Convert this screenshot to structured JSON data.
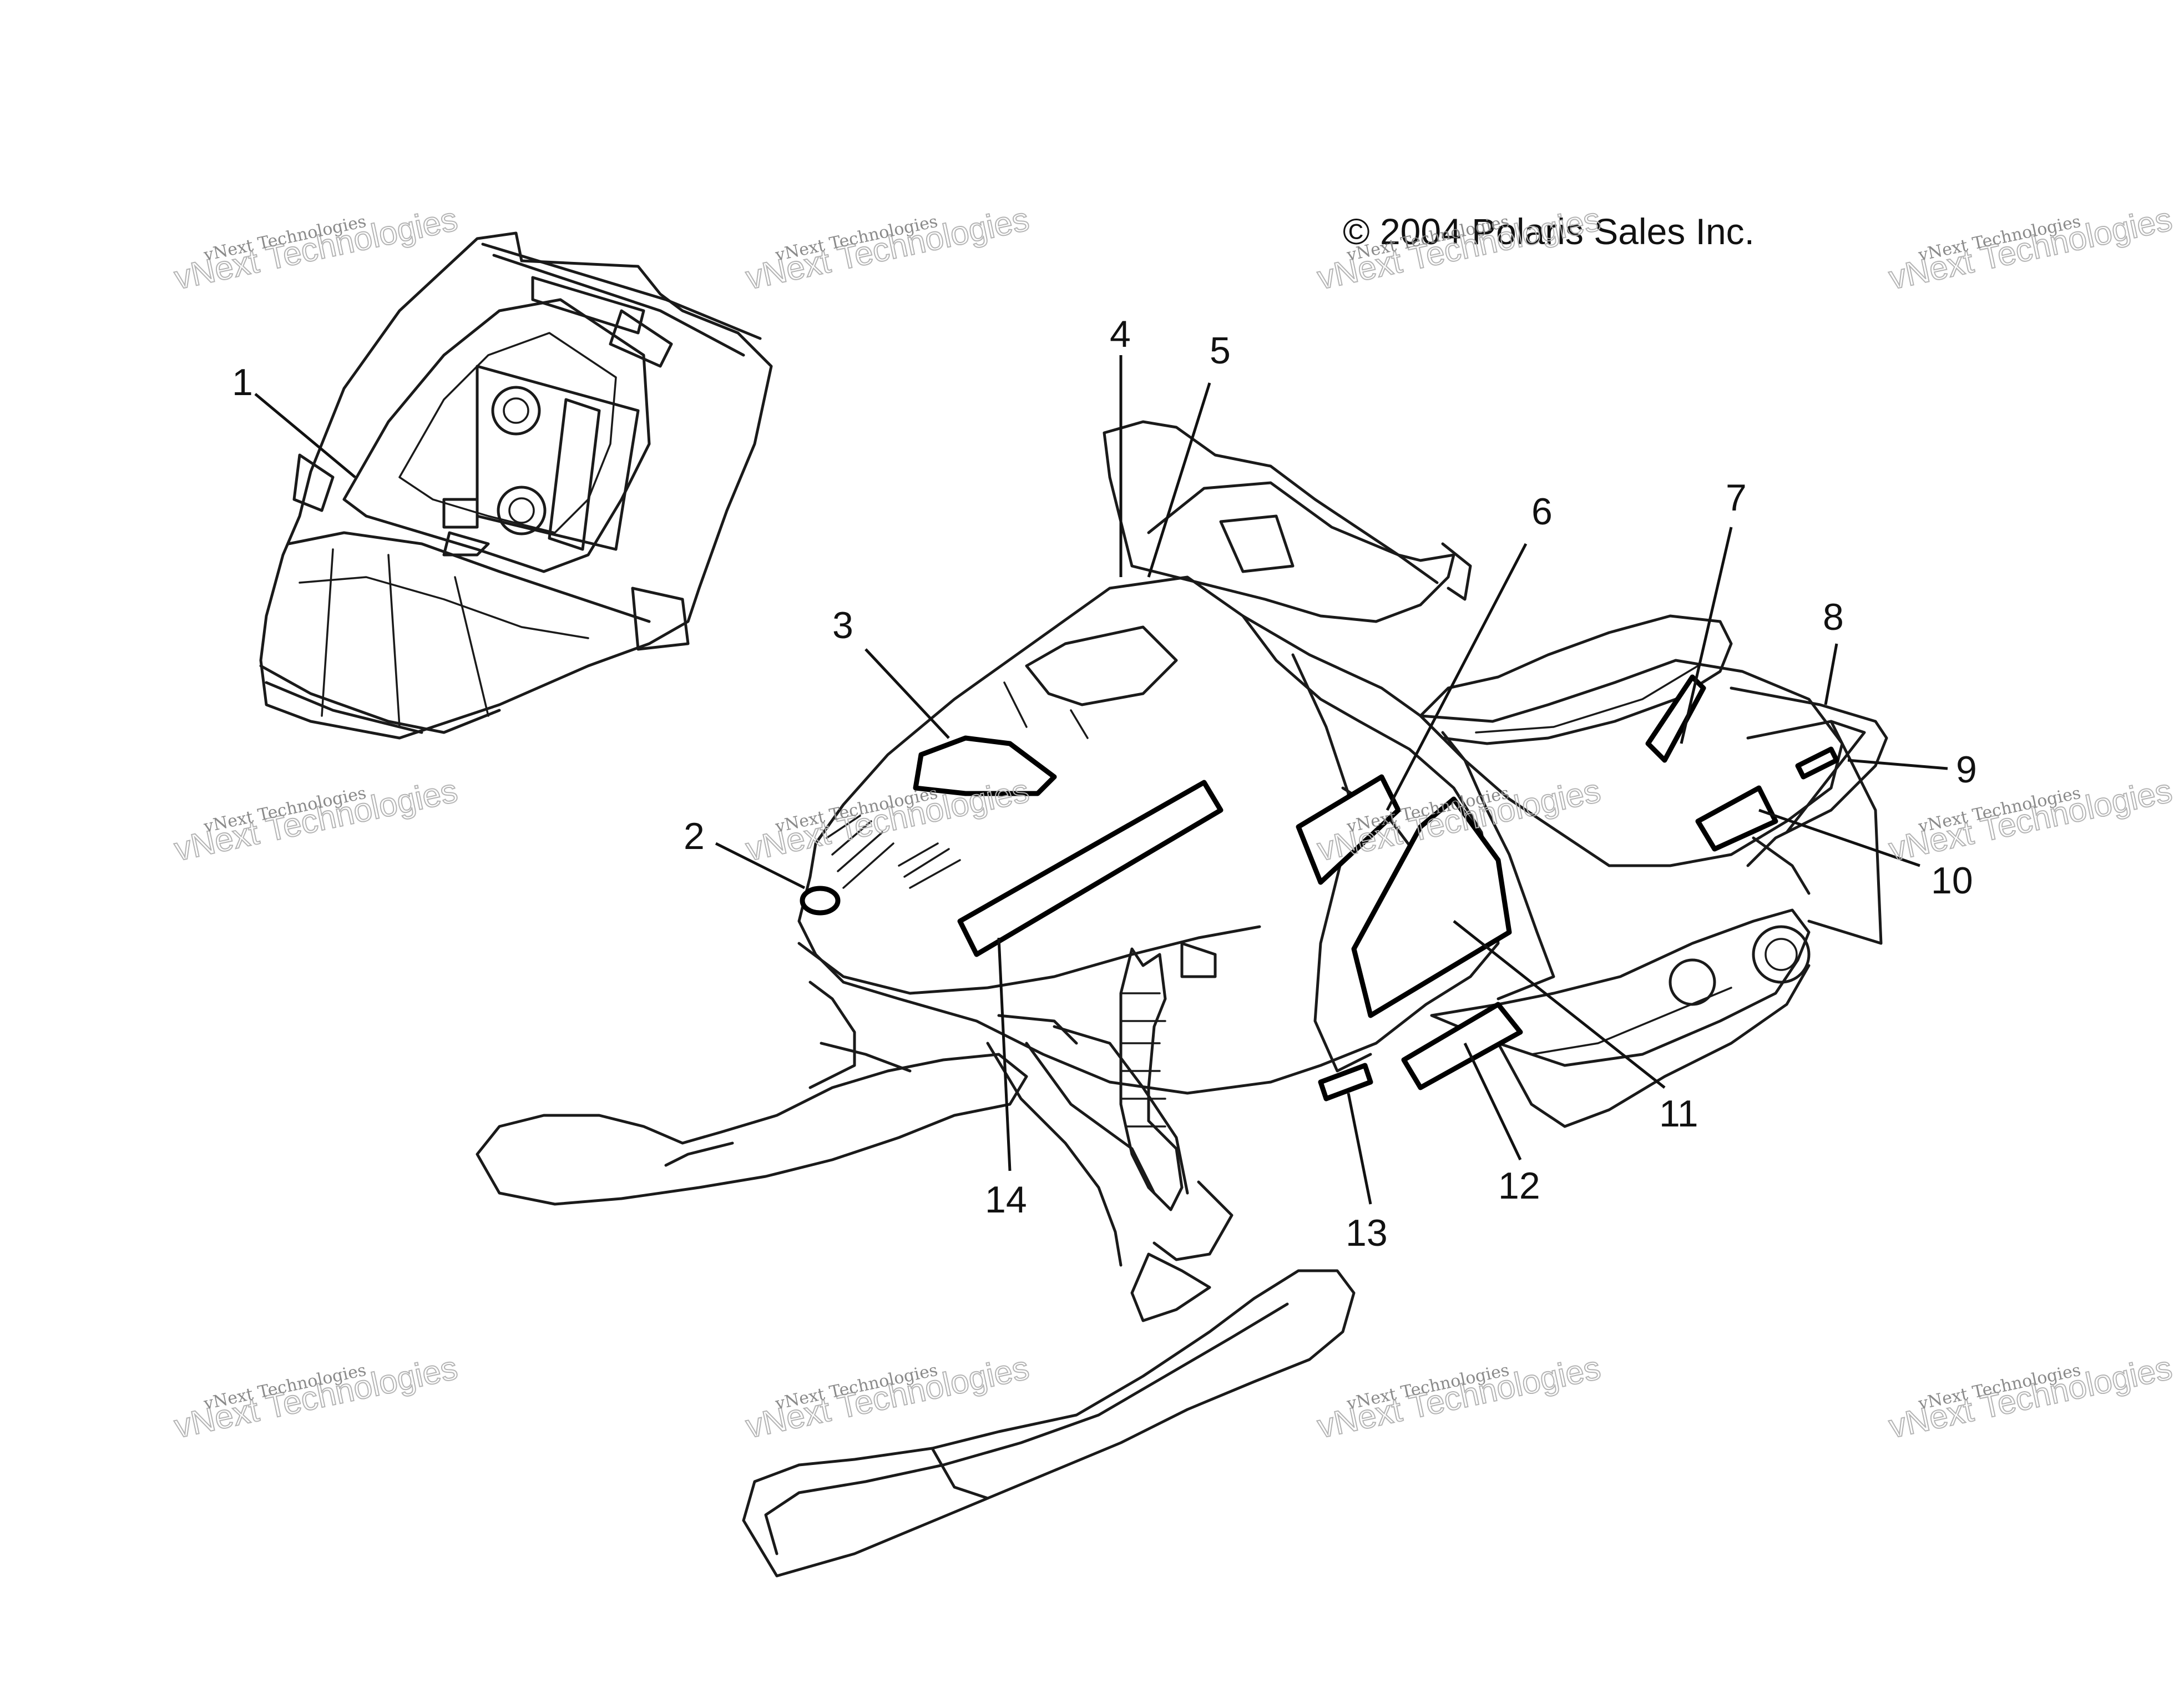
{
  "copyright": "© 2004 Polaris Sales Inc.",
  "watermark": {
    "line1": "vNext Technologies",
    "line2": "vNext Technologies"
  },
  "callouts": [
    {
      "id": "1",
      "label": "1"
    },
    {
      "id": "2",
      "label": "2"
    },
    {
      "id": "3",
      "label": "3"
    },
    {
      "id": "4",
      "label": "4"
    },
    {
      "id": "5",
      "label": "5"
    },
    {
      "id": "6",
      "label": "6"
    },
    {
      "id": "7",
      "label": "7"
    },
    {
      "id": "8",
      "label": "8"
    },
    {
      "id": "9",
      "label": "9"
    },
    {
      "id": "10",
      "label": "10"
    },
    {
      "id": "11",
      "label": "11"
    },
    {
      "id": "12",
      "label": "12"
    },
    {
      "id": "13",
      "label": "13"
    },
    {
      "id": "14",
      "label": "14"
    }
  ],
  "colors": {
    "line": "#1a1a1a",
    "background": "#ffffff",
    "watermark": "#b4b4b4"
  }
}
